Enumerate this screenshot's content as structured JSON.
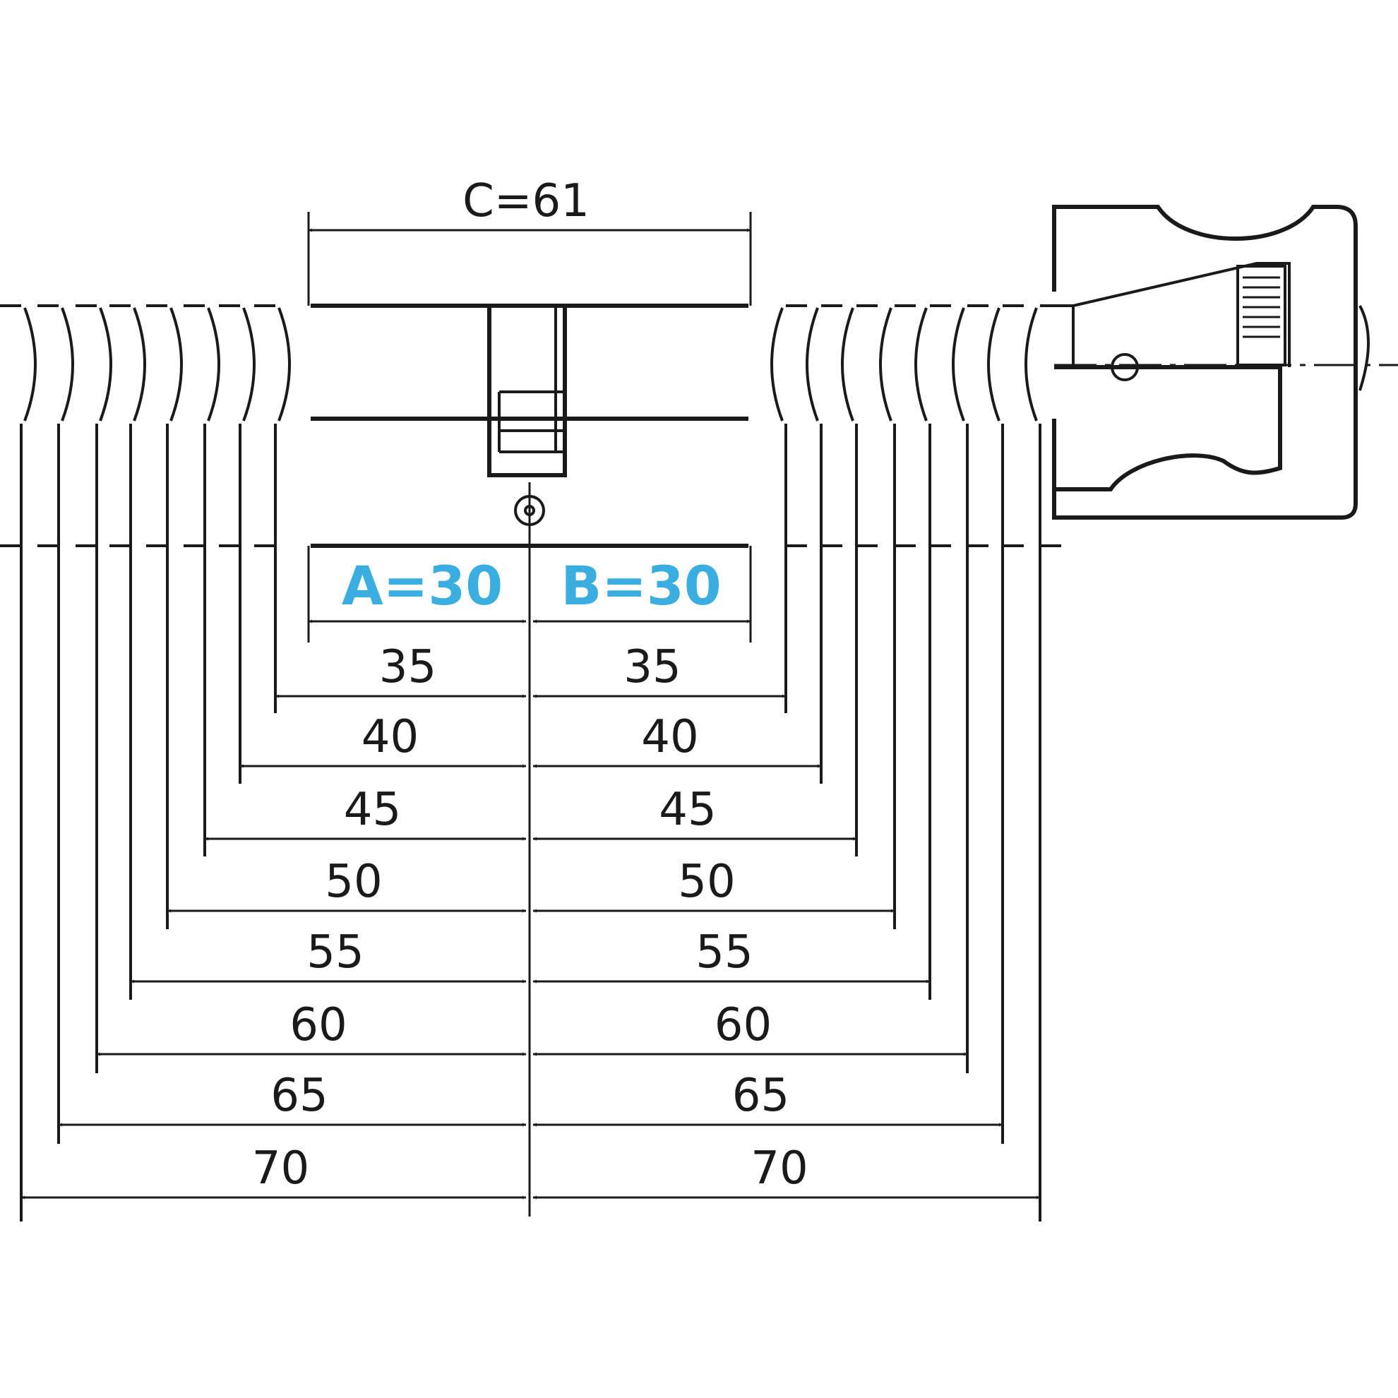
{
  "diagram": {
    "overall_label": "C=61",
    "side_a_label": "A=30",
    "side_b_label": "B=30",
    "accent_color": "#3aaee0",
    "line_color": "#1a1a1a",
    "left_lengths": [
      "35",
      "40",
      "45",
      "50",
      "55",
      "60",
      "65",
      "70"
    ],
    "right_lengths": [
      "35",
      "40",
      "45",
      "50",
      "55",
      "60",
      "65",
      "70"
    ]
  }
}
